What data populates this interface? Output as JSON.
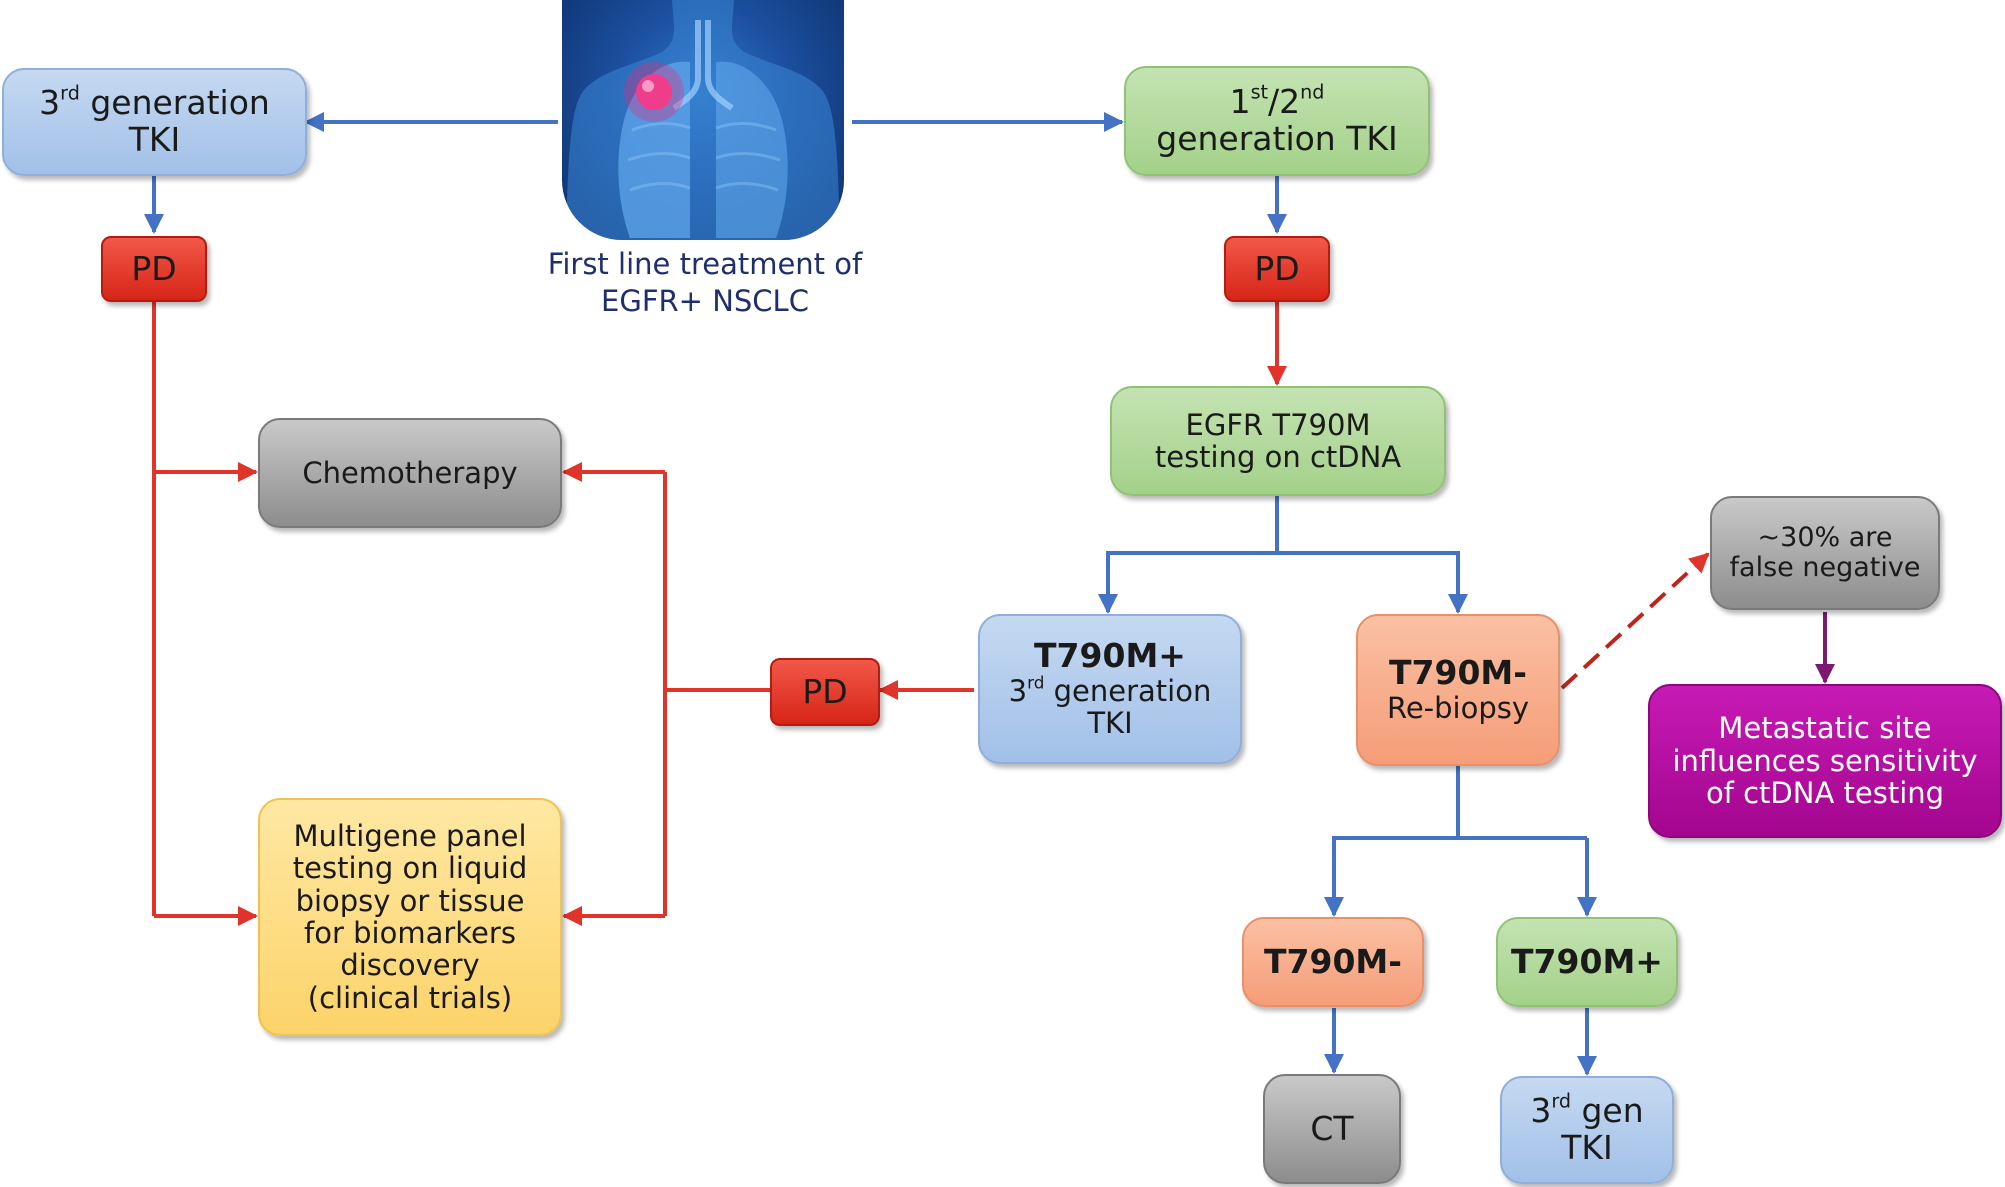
{
  "colors": {
    "blue_arrow": "#4472c4",
    "red_arrow": "#e0332a",
    "purple_arrow": "#7b1a6f"
  },
  "illustration": {
    "icon": "lungs-tumor-icon"
  },
  "caption": {
    "line1": "First line treatment of",
    "line2": "EGFR+ NSCLC"
  },
  "third_gen_tki": {
    "ordinal": "3",
    "sup": "rd",
    "line1_rest": " generation",
    "line2": "TKI"
  },
  "first_second_tki": {
    "a": "1",
    "a_sup": "st",
    "sep": "/2",
    "b_sup": "nd",
    "line2": "generation TKI"
  },
  "pd_left": "PD",
  "pd_right": "PD",
  "pd_middle": "PD",
  "egfr_testing": {
    "line1": "EGFR T790M",
    "line2": "testing on ctDNA"
  },
  "chemotherapy": "Chemotherapy",
  "multigene": {
    "line1": "Multigene panel",
    "line2": "testing on liquid",
    "line3": "biopsy or tissue",
    "line4": "for biomarkers",
    "line5": "discovery",
    "line6": "(clinical trials)"
  },
  "t790m_pos": {
    "title": "T790M+",
    "ordinal": "3",
    "sup": "rd",
    "rest": " generation",
    "line3": "TKI"
  },
  "t790m_neg": {
    "title": "T790M-",
    "line2": "Re-biopsy"
  },
  "false_negative": {
    "line1": "~30% are",
    "line2": "false negative"
  },
  "metastatic": {
    "line1": "Metastatic site",
    "line2": "influences sensitivity",
    "line3": "of ctDNA testing"
  },
  "t790m_neg2": "T790M-",
  "t790m_pos2": "T790M+",
  "ct": "CT",
  "third_gen_small": {
    "ordinal": "3",
    "sup": "rd",
    "rest": " gen",
    "line2": "TKI"
  }
}
